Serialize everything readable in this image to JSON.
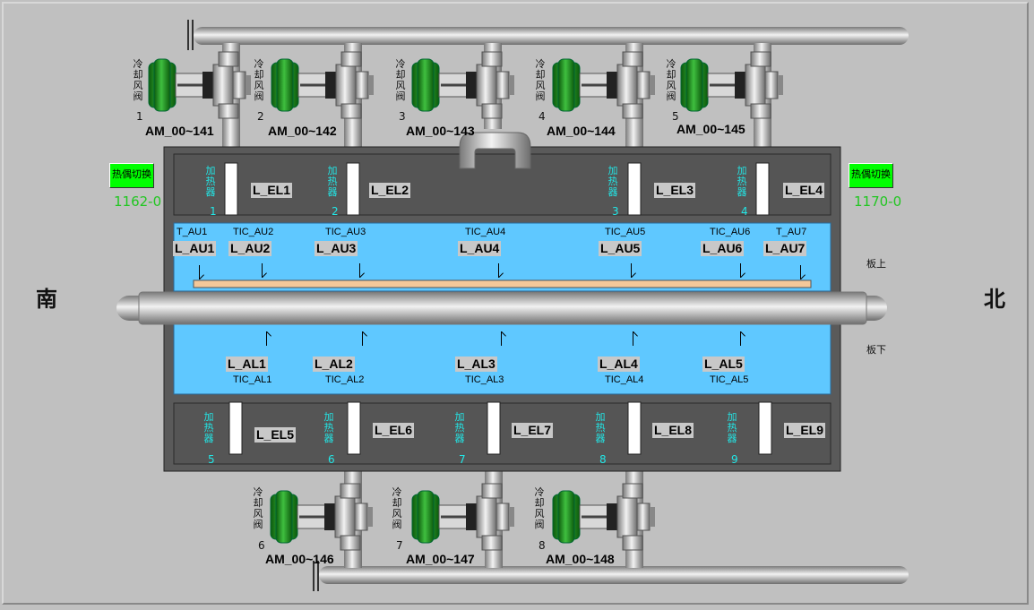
{
  "directions": {
    "south": "南",
    "north": "北"
  },
  "valve_label": "冷却风阀",
  "heater_label": "加热器",
  "top_valves": [
    {
      "num": "1",
      "tag": "AM_00~141"
    },
    {
      "num": "2",
      "tag": "AM_00~142"
    },
    {
      "num": "3",
      "tag": "AM_00~143"
    },
    {
      "num": "4",
      "tag": "AM_00~144"
    },
    {
      "num": "5",
      "tag": "AM_00~145"
    }
  ],
  "bottom_valves": [
    {
      "num": "6",
      "tag": "AM_00~146"
    },
    {
      "num": "7",
      "tag": "AM_00~147"
    },
    {
      "num": "8",
      "tag": "AM_00~148"
    }
  ],
  "upper_heaters": [
    {
      "num": "1",
      "label": "L_EL1"
    },
    {
      "num": "2",
      "label": "L_EL2"
    },
    {
      "num": "3",
      "label": "L_EL3"
    },
    {
      "num": "4",
      "label": "L_EL4"
    }
  ],
  "lower_heaters": [
    {
      "num": "5",
      "label": "L_EL5"
    },
    {
      "num": "6",
      "label": "L_EL6"
    },
    {
      "num": "7",
      "label": "L_EL7"
    },
    {
      "num": "8",
      "label": "L_EL8"
    },
    {
      "num": "9",
      "label": "L_EL9"
    }
  ],
  "upper_zones": [
    {
      "tic": "T_AU1",
      "label": "L_AU1"
    },
    {
      "tic": "TIC_AU2",
      "label": "L_AU2"
    },
    {
      "tic": "TIC_AU3",
      "label": "L_AU3"
    },
    {
      "tic": "TIC_AU4",
      "label": "L_AU4"
    },
    {
      "tic": "TIC_AU5",
      "label": "L_AU5"
    },
    {
      "tic": "TIC_AU6",
      "label": "L_AU6"
    },
    {
      "tic": "T_AU7",
      "label": "L_AU7"
    }
  ],
  "lower_zones": [
    {
      "tic": "TIC_AL1",
      "label": "L_AL1"
    },
    {
      "tic": "TIC_AL2",
      "label": "L_AL2"
    },
    {
      "tic": "TIC_AL3",
      "label": "L_AL3"
    },
    {
      "tic": "TIC_AL4",
      "label": "L_AL4"
    },
    {
      "tic": "TIC_AL5",
      "label": "L_AL5"
    }
  ],
  "plate_top_label": "板上",
  "plate_bottom_label": "板下",
  "thermo_switch_left": {
    "label": "热偶切换",
    "value": "1162-0"
  },
  "thermo_switch_right": {
    "label": "热偶切换",
    "value": "1170-0"
  },
  "colors": {
    "green": "#00ff00",
    "cyan": "#22e6e6",
    "chamber": "#5fc8ff",
    "valve": "#1a8a1a"
  }
}
